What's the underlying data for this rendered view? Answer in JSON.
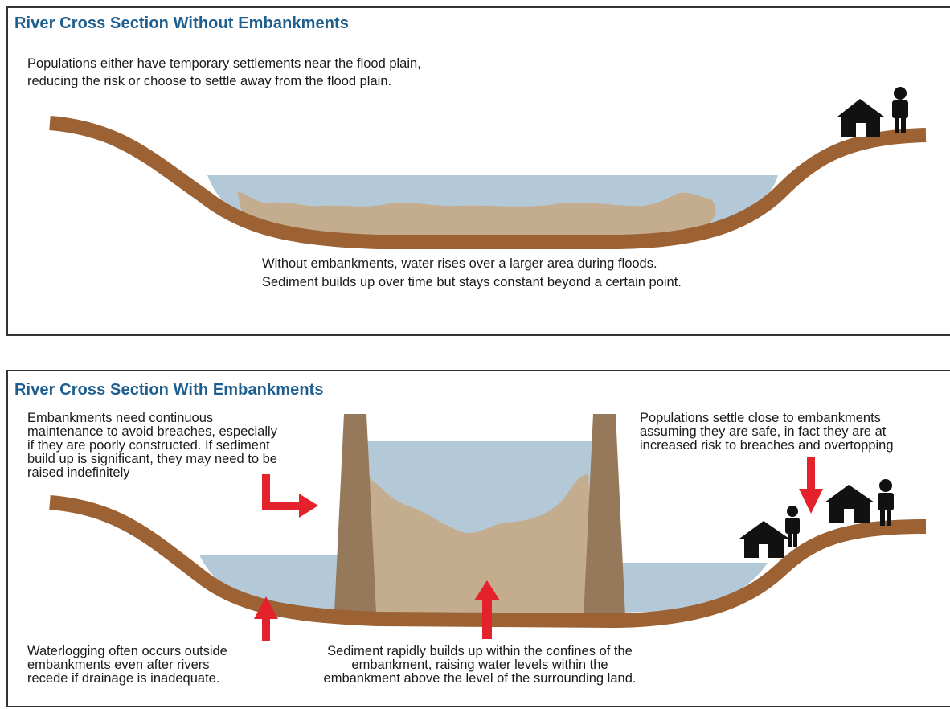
{
  "top_panel": {
    "title": "River Cross Section Without Embankments",
    "note_settlement": [
      "Populations  either have temporary settlements near the flood plain,",
      "reducing the risk or choose  to settle away from the flood plain."
    ],
    "note_water": [
      "Without embankments, water rises over a larger area during floods.",
      "Sediment builds up over time but stays constant beyond a certain point."
    ]
  },
  "bottom_panel": {
    "title": "River Cross Section With Embankments",
    "note_maintenance": [
      "Embankments need continuous",
      "maintenance to avoid breaches, especially",
      "if they are poorly constructed.  If sediment",
      "build up is significant, they may need to be",
      "raised indefinitely"
    ],
    "note_populations": [
      "Populations settle close to embankments",
      "assuming they are safe, in fact they are at",
      "increased risk to breaches and overtopping"
    ],
    "note_waterlogging": [
      "Waterlogging often occurs outside",
      "embankments  even after rivers",
      "recede if drainage is  inadequate."
    ],
    "note_sediment": [
      "Sediment rapidly builds up within the confines of the",
      "embankment, raising water levels within the",
      "embankment above the level of the  surrounding land."
    ]
  },
  "colors": {
    "title_blue": "#1f5f8f",
    "riverbed_brown": "#9c6234",
    "water_blue": "#b4c9d8",
    "sediment_tan": "#c4ad8e",
    "embankment_brown": "#96795a",
    "arrow_red": "#e4222b",
    "icon_black": "#111111"
  }
}
